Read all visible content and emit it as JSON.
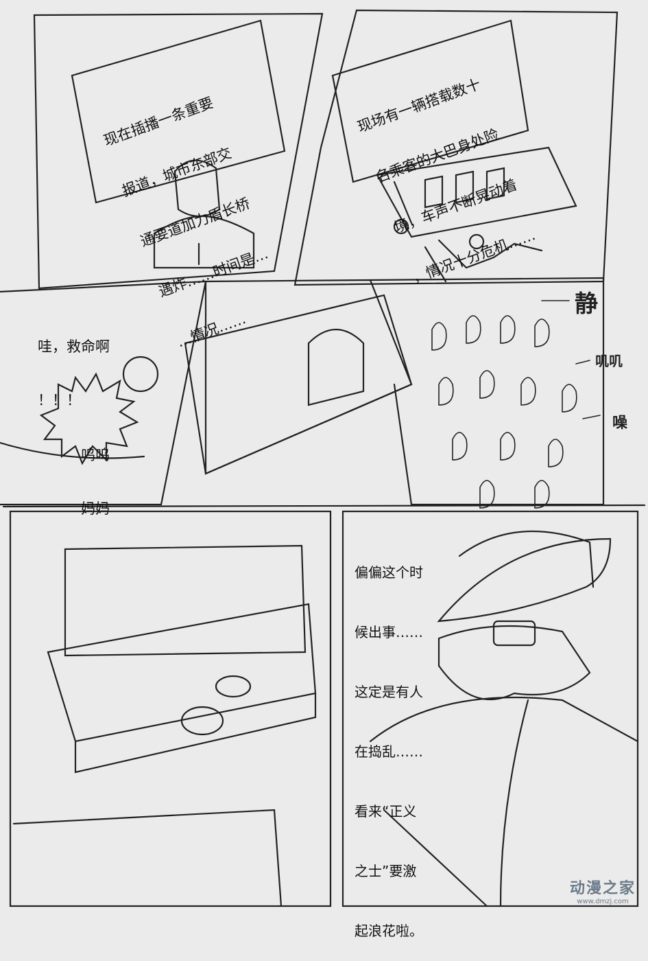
{
  "panels": {
    "news_anchor": {
      "caption_lines": [
        "现在插播一条重要",
        "报道，城市东部交",
        "通要道加力盾长桥",
        "遇炸……时间是…",
        "…情况……"
      ]
    },
    "bus": {
      "caption_lines": [
        "现场有一辆搭载数十",
        "名乘客的大巴身处险",
        "境，车声不断晃动着",
        "，情况十分危机……"
      ]
    },
    "passengers": {
      "shout_lines": [
        "哇，救命啊",
        "！！！"
      ],
      "cry_lines": [
        "呜呜",
        "妈妈"
      ]
    },
    "crowd": {
      "sfx": [
        "静",
        "叽叽",
        "噪"
      ]
    },
    "detective": {
      "thought_lines": [
        "偏偏这个时",
        "候出事……",
        "这定是有人",
        "在捣乱……",
        "看来“正义",
        "之士”要激",
        "起浪花啦。"
      ]
    }
  },
  "watermark": {
    "title": "动漫之家",
    "url": "www.dmzj.com",
    "color": "#6a7a88"
  }
}
